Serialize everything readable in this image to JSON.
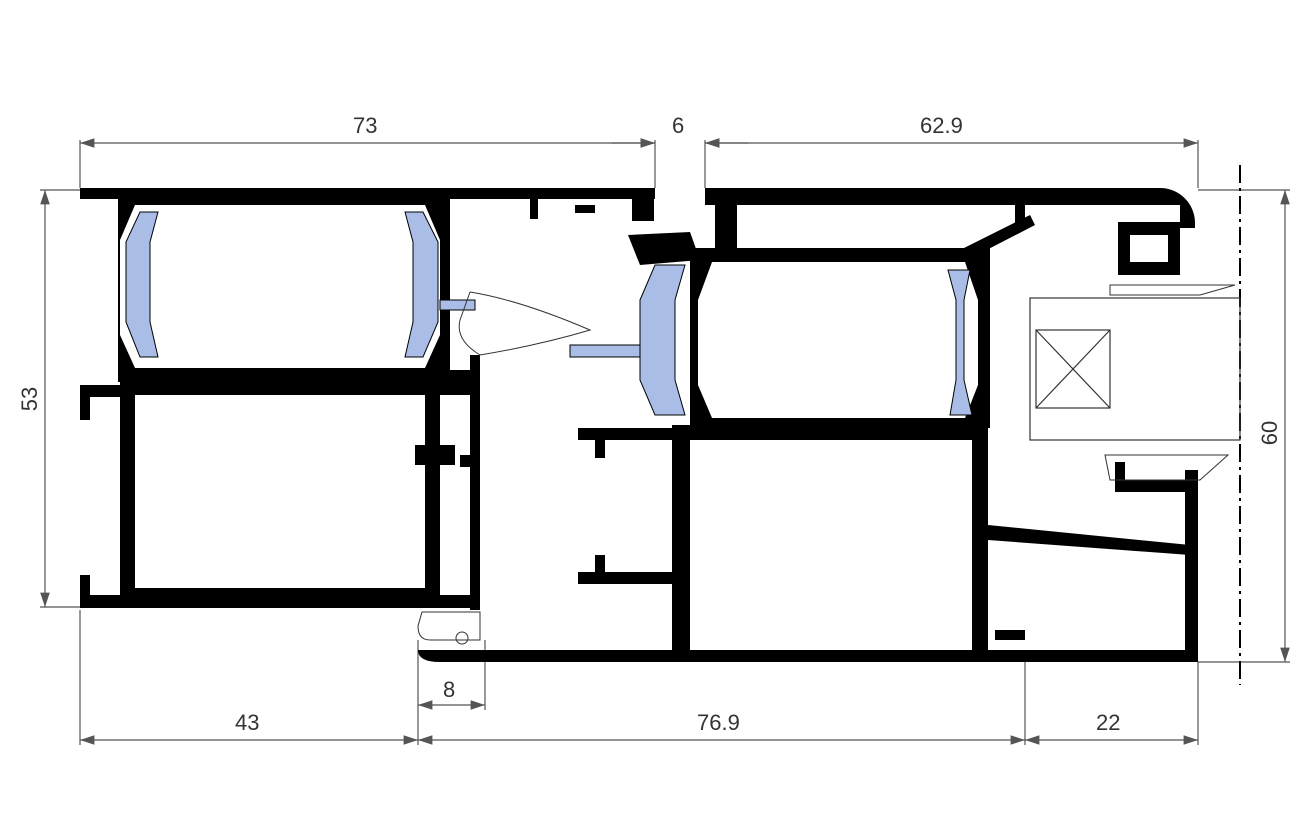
{
  "colors": {
    "profile": "#000000",
    "thermal_break": "#a9bde6",
    "dimension": "#444444"
  },
  "dimensions": {
    "top_left": "73",
    "top_gap": "6",
    "top_right": "62.9",
    "left_height": "53",
    "right_height": "60",
    "bottom_left": "43",
    "bottom_small": "8",
    "bottom_middle": "76.9",
    "bottom_right": "22"
  }
}
